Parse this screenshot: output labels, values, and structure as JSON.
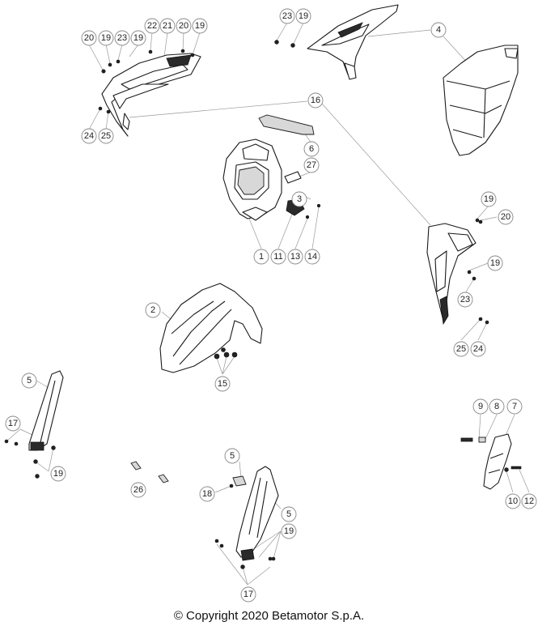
{
  "copyright": "© Copyright 2020 Betamotor S.p.A.",
  "callouts": [
    "1",
    "2",
    "3",
    "4",
    "5",
    "6",
    "7",
    "8",
    "9",
    "10",
    "11",
    "12",
    "13",
    "14",
    "15",
    "16",
    "17",
    "18",
    "19",
    "20",
    "21",
    "22",
    "23",
    "24",
    "25",
    "26",
    "27"
  ]
}
